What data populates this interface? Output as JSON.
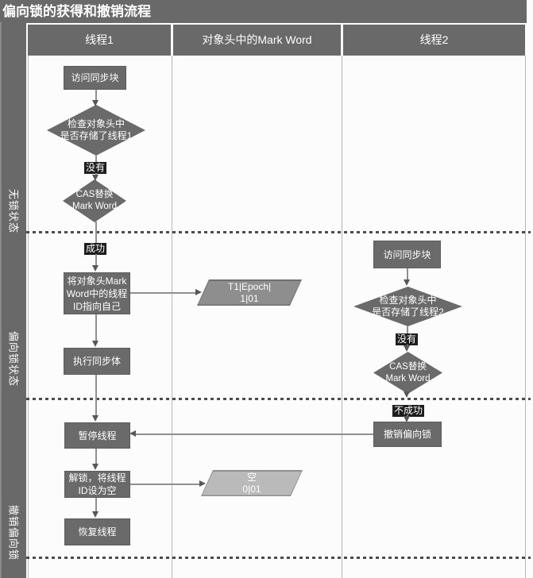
{
  "title": "偏向锁的获得和撤销流程",
  "columns": [
    "线程1",
    "对象头中的Mark Word",
    "线程2"
  ],
  "side_labels": [
    "无锁状态",
    "偏向锁状态",
    "撤销偏向锁"
  ],
  "thread1": {
    "access": "访问同步块",
    "check": [
      "检查对象头中",
      "是否存储了线程1"
    ],
    "no_label": "没有",
    "cas": [
      "CAS替换",
      "Mark Word"
    ],
    "success_label": "成功",
    "set_markword": [
      "将对象头Mark",
      "Word中的线程",
      "ID指向自己"
    ],
    "exec": "执行同步体",
    "pause": "暂停线程",
    "unlock": [
      "解锁，将线程",
      "ID设为空"
    ],
    "resume": "恢复线程"
  },
  "markword": {
    "biased_t1": [
      "T1|Epoch|",
      "1|01"
    ],
    "empty": [
      "空",
      "0|01"
    ]
  },
  "thread2": {
    "access": "访问同步块",
    "check": [
      "检查对象头中",
      "是否存储了线程2"
    ],
    "no_label": "没有",
    "cas": [
      "CAS替换",
      "Mark Word"
    ],
    "fail_label": "不成功",
    "revoke": "撤销偏向锁"
  },
  "colors": {
    "header_fill": "#696969",
    "shape_fill": "#6a6a6a",
    "badge_fill": "#1d1d1d",
    "parallelogram1_fill": "#8e8e8e",
    "parallelogram2_fill": "#bababa",
    "connector": "#8f8f8f",
    "lane_border": "#b7b7b7",
    "dotted_divider": "#4c4c4c",
    "text": "#ffffff"
  }
}
